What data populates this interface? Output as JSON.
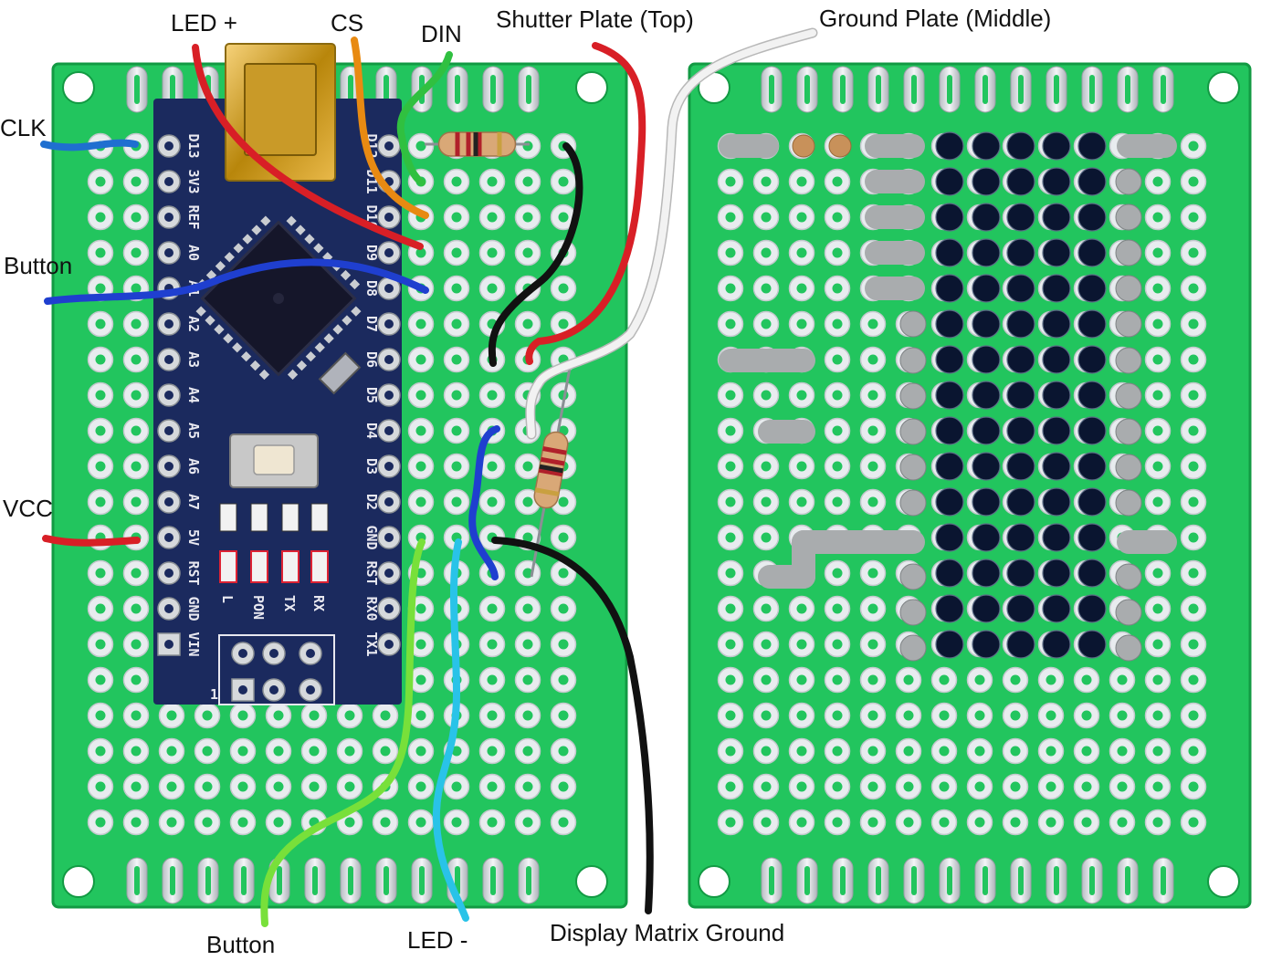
{
  "labels": {
    "led_plus": "LED +",
    "cs": "CS",
    "din": "DIN",
    "shutter_plate": "Shutter Plate (Top)",
    "ground_plate": "Ground Plate (Middle)",
    "clk": "CLK",
    "button_left": "Button",
    "vcc": "VCC",
    "button_bottom": "Button",
    "led_minus": "LED -",
    "display_matrix_ground": "Display Matrix Ground"
  },
  "nano": {
    "right_pins": [
      "D12",
      "D11",
      "D10",
      "D9",
      "D8",
      "D7",
      "D6",
      "D5",
      "D4",
      "D3",
      "D2",
      "GND",
      "RST",
      "RX0",
      "TX1"
    ],
    "left_pins": [
      "D13",
      "3V3",
      "REF",
      "A0",
      "A1",
      "A2",
      "A3",
      "A4",
      "A5",
      "A6",
      "A7",
      "5V",
      "RST",
      "GND",
      "VIN"
    ],
    "leds": [
      "L",
      "PON",
      "TX",
      "RX"
    ],
    "icsp_label": "1"
  },
  "colors": {
    "pcb": "#22c55e",
    "pcb_dark": "#129a43",
    "nano_board": "#1b2a5e",
    "matrix_led": "#0a1530",
    "wire_red": "#d81f26",
    "wire_orange": "#e88a12",
    "wire_green": "#30c040",
    "wire_blue": "#1f3fcf",
    "wire_light_blue": "#1f6fd0",
    "wire_black": "#111111",
    "wire_white": "#f2f2f2",
    "wire_lime": "#78e03a",
    "wire_cyan": "#29c3e8"
  }
}
